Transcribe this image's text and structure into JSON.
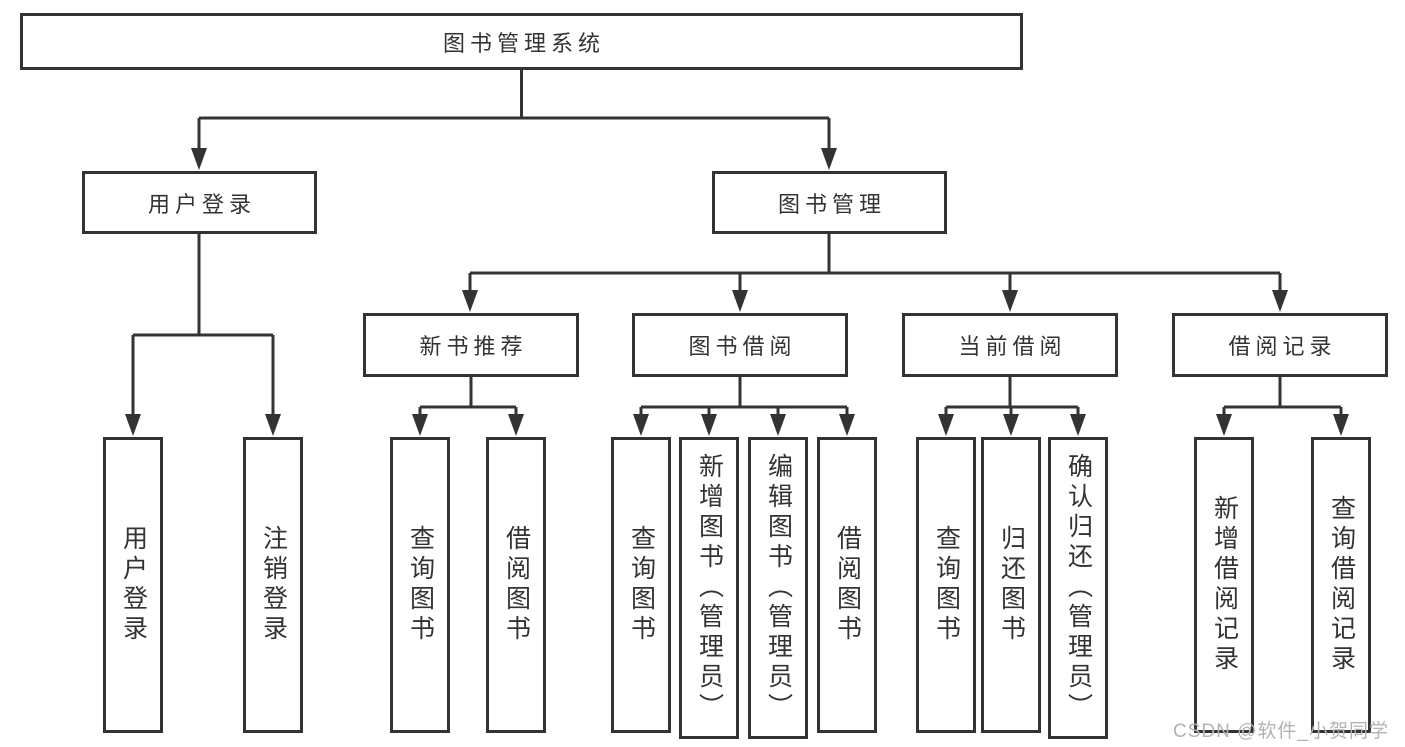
{
  "diagram": {
    "title": "图书管理系统",
    "branches": {
      "user_login": {
        "label": "用户登录",
        "children": [
          "用户登录",
          "注销登录"
        ]
      },
      "book_management": {
        "label": "图书管理"
      }
    },
    "modules": {
      "new_books": {
        "label": "新书推荐",
        "children": [
          "查询图书",
          "借阅图书"
        ]
      },
      "book_borrowing": {
        "label": "图书借阅",
        "children": [
          "查询图书",
          "新增图书（管理员）",
          "编辑图书（管理员）",
          "借阅图书"
        ]
      },
      "current_borrowing": {
        "label": "当前借阅",
        "children": [
          "查询图书",
          "归还图书",
          "确认归还（管理员）"
        ]
      },
      "borrow_records": {
        "label": "借阅记录",
        "children": [
          "新增借阅记录",
          "查询借阅记录"
        ]
      }
    },
    "watermark": "CSDN @软件_小贺同学",
    "colors": {
      "line": "#333333",
      "text": "#333333",
      "watermark": "#b3b3b3",
      "background": "#ffffff"
    }
  }
}
